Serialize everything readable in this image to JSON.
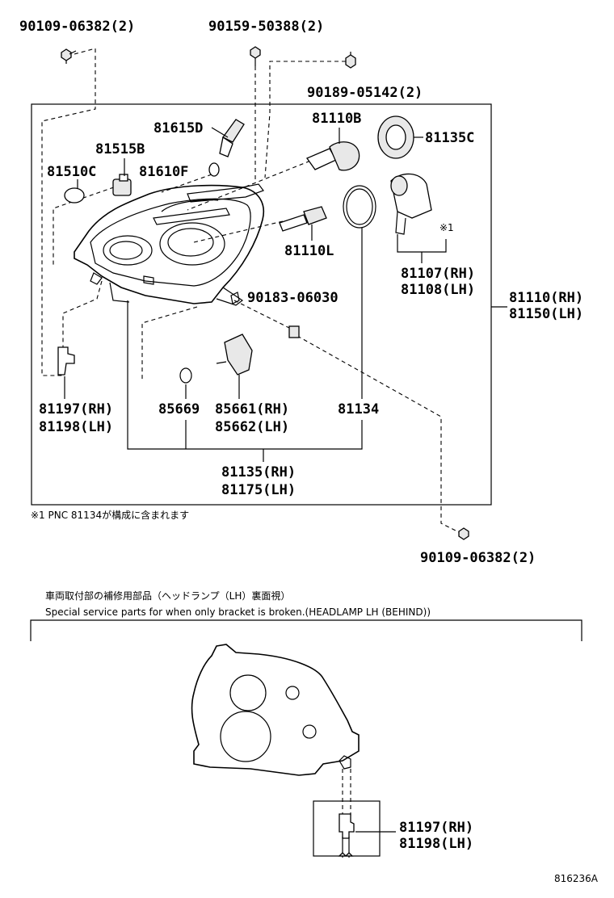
{
  "labels": {
    "p_9010906382_top": "90109-06382(2)",
    "p_9015950388": "90159-50388(2)",
    "p_9018905142": "90189-05142(2)",
    "p_81615D": "81615D",
    "p_81110B": "81110B",
    "p_81135C": "81135C",
    "p_81515B": "81515B",
    "p_81510C": "81510C",
    "p_81610F": "81610F",
    "p_81110L": "81110L",
    "p_81107RH": "81107(RH)",
    "p_81108LH": "81108(LH)",
    "p_x1": "※1",
    "p_81110RH": "81110(RH)",
    "p_81150LH": "81150(LH)",
    "p_9018306030": "90183-06030",
    "p_81197RH": "81197(RH)",
    "p_81198LH": "81198(LH)",
    "p_85669": "85669",
    "p_85661RH": "85661(RH)",
    "p_85662LH": "85662(LH)",
    "p_81134": "81134",
    "p_81135RH": "81135(RH)",
    "p_81175LH": "81175(LH)",
    "p_9010906382_bot": "90109-06382(2)",
    "p_81197RH_b": "81197(RH)",
    "p_81198LH_b": "81198(LH)"
  },
  "notes": {
    "footnote": "※1  PNC 81134が構成に含まれます",
    "special_jp": "車両取付部の補修用部品（ヘッドランプ（LH）裏面視）",
    "special_en": "Special service parts for when only bracket is broken.(HEADLAMP LH (BEHIND))",
    "diagram_id": "816236A"
  }
}
